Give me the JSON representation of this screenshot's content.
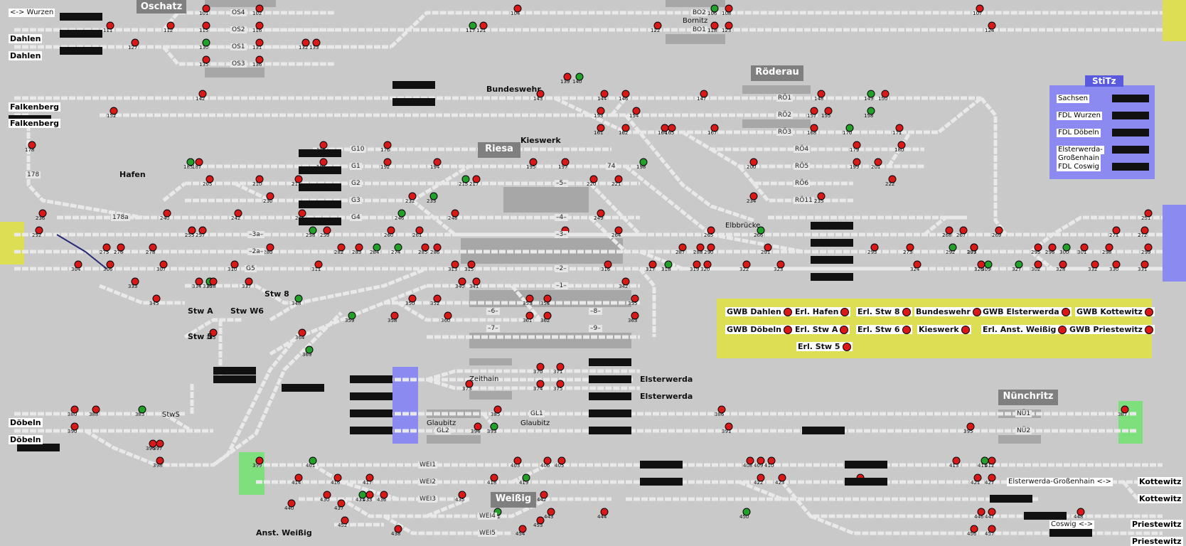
{
  "stations": {
    "wurzen": "<-> Wurzen",
    "dahlen_1": "Dahlen",
    "dahlen_2": "Dahlen",
    "oschatz": "Oschatz",
    "bornitz": "Bornitz",
    "falkenberg_1": "Falkenberg",
    "falkenberg_2": "Falkenberg",
    "bundeswehr": "Bundeswehr",
    "roederau": "Röderau",
    "kieswerk": "Kieswerk",
    "riesa": "Riesa",
    "hafen": "Hafen",
    "elbbruecke": "Elbbrücke",
    "stw8": "Stw 8",
    "stwA": "Stw A",
    "stwW6": "Stw W6",
    "stw5": "Stw 5",
    "zeithain": "Zeithain",
    "elsterwerda_1": "Elsterwerda",
    "elsterwerda_2": "Elsterwerda",
    "nuenchritz": "Nünchritz",
    "glaubitz_1": "Glaubitz",
    "glaubitz_2": "Glaubitz",
    "doebeln_1": "Döbeln",
    "doebeln_2": "Döbeln",
    "stws": "StwS",
    "weissig": "Weißig",
    "ans_weissig": "Anst. Weißig",
    "kottewitz_1": "Kottewitz",
    "kottewitz_2": "Kottewitz",
    "priestewitz_1": "Priestewitz",
    "priestewitz_2": "Priestewitz",
    "elsterwerda_gh": "Elsterwerda-Großenhain <->",
    "coswig": "Coswig <->"
  },
  "tracks": {
    "os4": "OS4",
    "os2": "OS2",
    "os1": "OS1",
    "os3": "OS3",
    "bo2": "BO2",
    "bo1": "BO1",
    "ro1": "RÖ1",
    "ro2": "RÖ2",
    "ro3": "RÖ3",
    "ro4": "RÖ4",
    "ro5": "RÖ5",
    "ro6": "RÖ6",
    "ro11": "RÖ11",
    "g10": "G10",
    "g1": "G1",
    "g2": "G2",
    "g3": "G3",
    "g4": "G4",
    "g5": "G5",
    "t74": "74",
    "t5": "–5–",
    "t4": "–4–",
    "t3": "–3–",
    "t2": "–2–",
    "t1": "–1–",
    "t3a": "–3a–",
    "t2a": "–2a–",
    "t178a": "178a",
    "t178": "178",
    "t6": "–6–",
    "t7": "–7–",
    "t8": "–8–",
    "t9": "–9–",
    "gl1": "GL1",
    "gl2": "GL2",
    "nu1": "NÜ1",
    "nu2": "NÜ2",
    "wei1": "WEI1",
    "wei2": "WEI2",
    "wei3": "WEI3",
    "wei4": "WEI4",
    "wei5": "WEI5"
  },
  "stitz": {
    "title": "StiTz",
    "items": [
      "Sachsen",
      "FDL Wurzen",
      "FDL Döbeln",
      "Elsterwerda-",
      "Großenhain",
      "FDL Coswig"
    ]
  },
  "gwb": {
    "items": [
      "GWB Dahlen",
      "Erl. Hafen",
      "Erl. Stw 8",
      "Bundeswehr",
      "GWB Elsterwerda",
      "GWB Kottewitz",
      "GWB Döbeln",
      "Erl. Stw A",
      "Erl. Stw 6",
      "Kieswerk",
      "Erl. Anst. Weißig",
      "GWB Priestewitz",
      "Erl. Stw 5"
    ]
  },
  "signals": {
    "s101": "101",
    "s102": "102",
    "s104": "104",
    "s106": "106",
    "s107": "107",
    "s108": "108",
    "s111": "111",
    "s112": "112",
    "s115": "115",
    "s116": "116",
    "s117": "117",
    "s118": "118",
    "s121": "121",
    "s122": "122",
    "s123": "123",
    "s124": "124",
    "s127": "127",
    "s130": "130",
    "s131": "131",
    "s132": "132",
    "s133": "133",
    "s135": "135",
    "s136": "136",
    "s139": "139",
    "s140": "140",
    "s142": "142",
    "s143": "143",
    "s144": "144",
    "s146": "146",
    "s147": "147",
    "s148": "148",
    "s149": "149",
    "s150": "150",
    "s152": "152",
    "s153": "153",
    "s154": "154",
    "s155": "155",
    "s157": "157",
    "s158": "158",
    "s161": "161",
    "s162": "162",
    "s164": "164",
    "s165": "165",
    "s167": "167",
    "s168": "168",
    "s170": "170",
    "s171": "171",
    "s175": "175",
    "s176": "176",
    "s178": "178",
    "s179": "179",
    "s180": "180",
    "s185": "185",
    "s187": "187",
    "s191": "191",
    "s192": "192",
    "s194": "194",
    "s195": "195",
    "s197": "197",
    "s198": "198",
    "s199": "199",
    "s200": "200",
    "s201": "201",
    "s205": "205",
    "s210": "210",
    "s211": "211",
    "s215": "215",
    "s217": "217",
    "s220": "220",
    "s221": "221",
    "s222": "222",
    "s230": "230",
    "s232": "232",
    "s233": "233",
    "s234": "234",
    "s235": "235",
    "s236": "236",
    "s240": "240",
    "s242": "242",
    "s245": "245",
    "s246": "246",
    "s248": "248",
    "s249": "249",
    "s251": "251",
    "s252": "252",
    "s255": "255",
    "s257": "257",
    "s258": "258",
    "s259": "259",
    "s260": "260",
    "s261": "261",
    "s262": "262",
    "s264": "264",
    "s265": "265",
    "s266": "266",
    "s267": "267",
    "s268": "268",
    "s269": "269",
    "s271": "271",
    "s272": "272",
    "s273": "273",
    "s274": "274",
    "s275": "275",
    "s276": "276",
    "s278": "278",
    "s280": "280",
    "s282": "282",
    "s283": "283",
    "s284": "284",
    "s285": "285",
    "s286": "286",
    "s287": "287",
    "s288": "288",
    "s290": "290",
    "s291": "291",
    "s292": "292",
    "s293": "293",
    "s295": "295",
    "s296": "296",
    "s297": "297",
    "s298": "298",
    "s299": "299",
    "s300": "300",
    "s301": "301",
    "s302": "302",
    "s303": "303",
    "s304": "304",
    "s306": "306",
    "s307": "307",
    "s309": "309",
    "s310": "310",
    "s311": "311",
    "s313": "313",
    "s315": "315",
    "s316": "316",
    "s317": "317",
    "s318": "318",
    "s319": "319",
    "s320": "320",
    "s322": "322",
    "s323": "323",
    "s324": "324",
    "s326": "326",
    "s327": "327",
    "s328": "328",
    "s330": "330",
    "s331": "331",
    "s332": "332",
    "s333": "333",
    "s334": "334",
    "s336": "336",
    "s337": "337",
    "s338": "338",
    "s340": "340",
    "s341": "341",
    "s342": "342",
    "s345": "345",
    "s348": "348",
    "s350": "350",
    "s352": "352",
    "s353": "353",
    "s354": "354",
    "s355": "355",
    "s358": "358",
    "s359": "359",
    "s360": "360",
    "s361": "361",
    "s362": "362",
    "s363": "363",
    "s364": "364",
    "s365": "365",
    "s369": "369",
    "s370": "370",
    "s371": "371",
    "s373": "373",
    "s374": "374",
    "s375": "375",
    "s380": "380",
    "s383": "383",
    "s385": "385",
    "s386": "386",
    "s387": "387",
    "s388": "388",
    "s390": "390",
    "s391": "391",
    "s393": "393",
    "s394": "394",
    "s395": "395",
    "s396": "396",
    "s397": "397",
    "s398": "398",
    "s399": "399",
    "s401": "401",
    "s403": "403",
    "s405": "405",
    "s406": "406",
    "s408": "408",
    "s409": "409",
    "s410": "410",
    "s411": "411",
    "s412": "412",
    "s413": "413",
    "s414": "414",
    "s416": "416",
    "s417": "417",
    "s418": "418",
    "s419": "419",
    "s421": "421",
    "s422": "422",
    "s423": "423",
    "s425": "425",
    "s427": "427",
    "s430": "430",
    "s431": "431",
    "s433": "433",
    "s435": "435",
    "s436": "436",
    "s437": "437",
    "s438": "438",
    "s440": "440",
    "s441": "441",
    "s442": "442",
    "s443": "443",
    "s444": "444",
    "s446": "446",
    "s447": "447",
    "s448": "448",
    "s450": "450",
    "s452": "452",
    "s453": "453",
    "s454": "454",
    "s456": "456",
    "s457": "457"
  },
  "colors": {
    "background": "#c9c9c9",
    "track": "#e6e6e6",
    "signal_red": "#d91818",
    "signal_green": "#23a02a",
    "stitz_panel": "#8a8af0",
    "gwb_panel": "#dede55",
    "fringe_blue": "#8a8af0",
    "fringe_yellow": "#dede55",
    "fringe_green": "#7de07d",
    "platform_box": "#9d9d9d"
  }
}
